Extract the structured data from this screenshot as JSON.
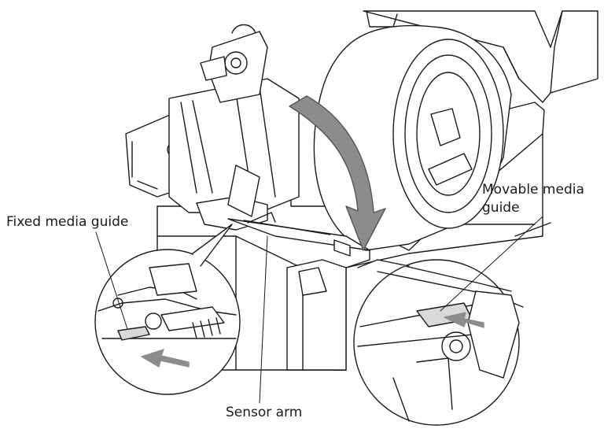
{
  "labels": {
    "fixed_media_guide": "Fixed media guide",
    "movable_media_guide_line1": "Movable media",
    "movable_media_guide_line2": "guide",
    "sensor_arm": "Sensor arm"
  },
  "colors": {
    "line": "#1a1a1a",
    "fill": "#ffffff",
    "arrow": "#8c8c8c",
    "shade": "#d9d9d9"
  }
}
